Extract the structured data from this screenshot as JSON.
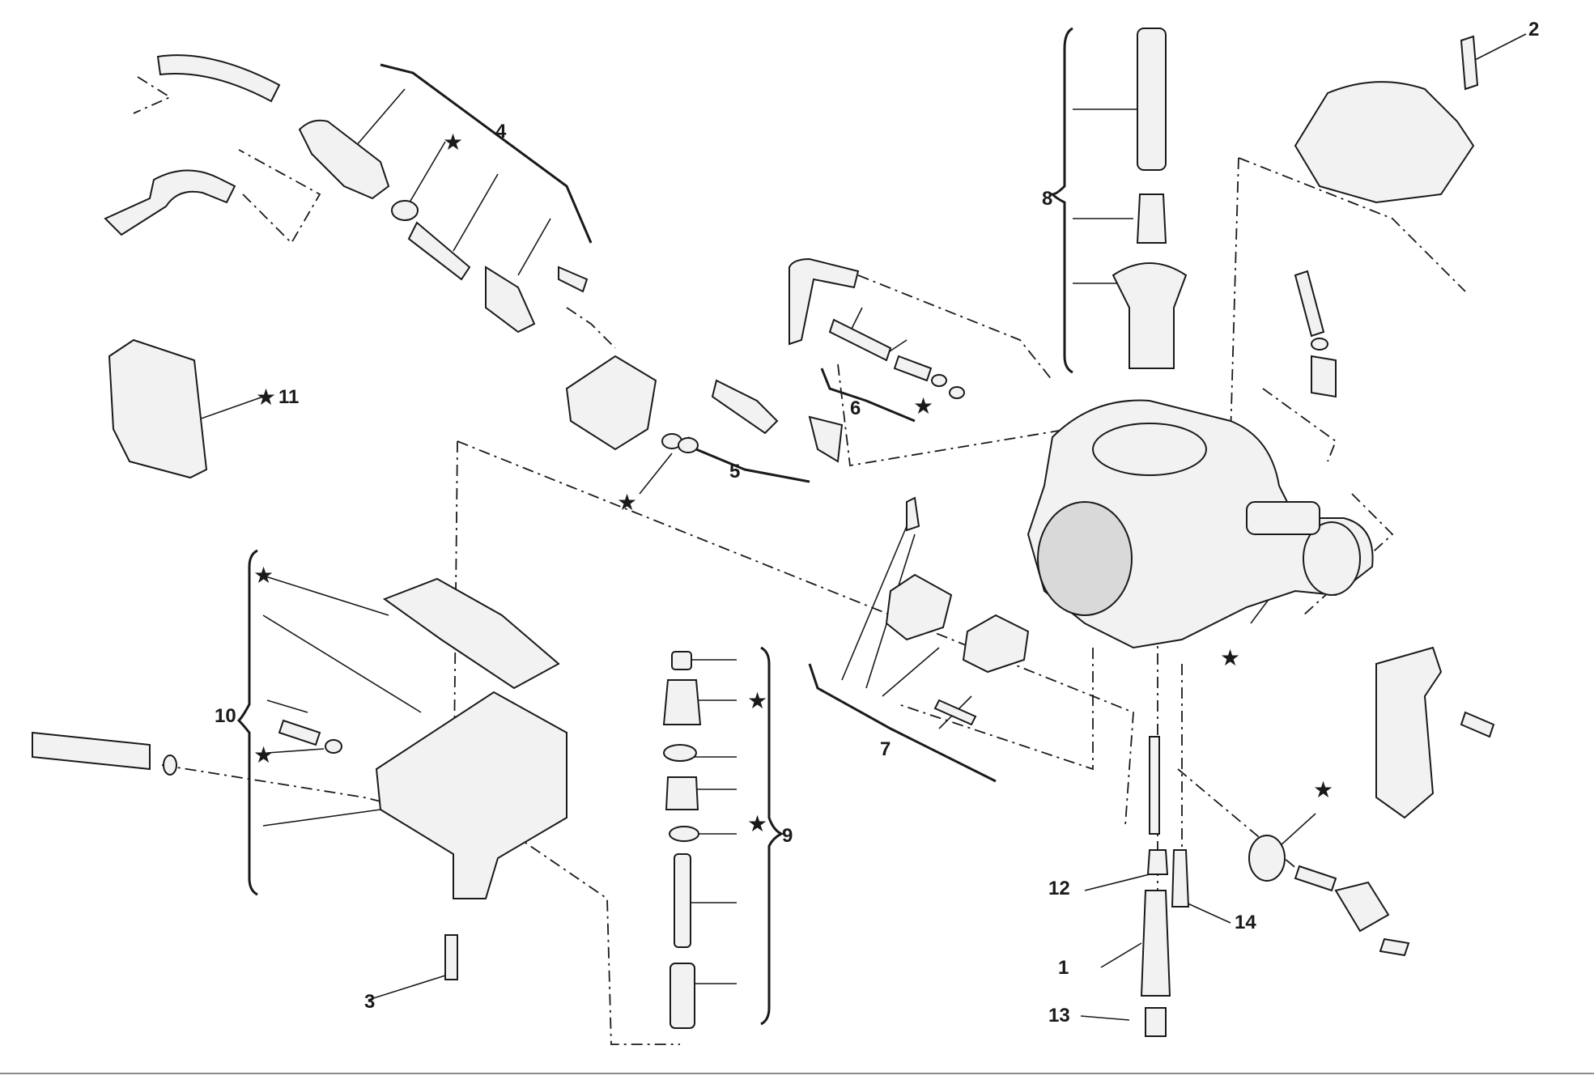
{
  "diagram": {
    "colors": {
      "ink": "#1a1a1a",
      "part_fill": "#f2f2f2",
      "part_shade": "#d9d9d9",
      "background": "#ffffff"
    },
    "callouts": {
      "c1": "1",
      "c2": "2",
      "c3": "3",
      "c4": "4",
      "c5": "5",
      "c6": "6",
      "c7": "7",
      "c8": "8",
      "c9": "9",
      "c10": "10",
      "c11": "11",
      "c12": "12",
      "c13": "13",
      "c14": "14"
    },
    "star_symbol": "★"
  }
}
